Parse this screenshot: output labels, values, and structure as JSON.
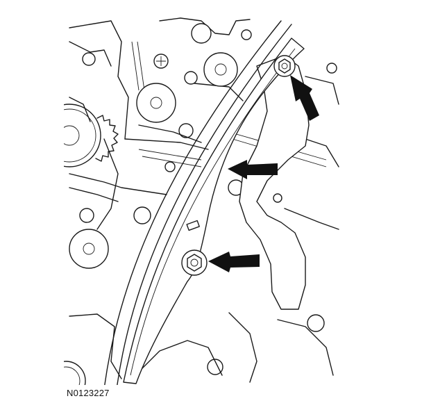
{
  "figure": {
    "reference_code": "N0123227",
    "colors": {
      "line": "#1a1a1a",
      "arrow": "#111111",
      "background": "#ffffff"
    },
    "arrows": [
      {
        "name": "upper-bolt-arrow",
        "points_to": "upper-guide-bolt"
      },
      {
        "name": "middle-arrow",
        "points_to": "guide-edge"
      },
      {
        "name": "lower-bolt-arrow",
        "points_to": "lower-guide-bolt"
      }
    ]
  }
}
